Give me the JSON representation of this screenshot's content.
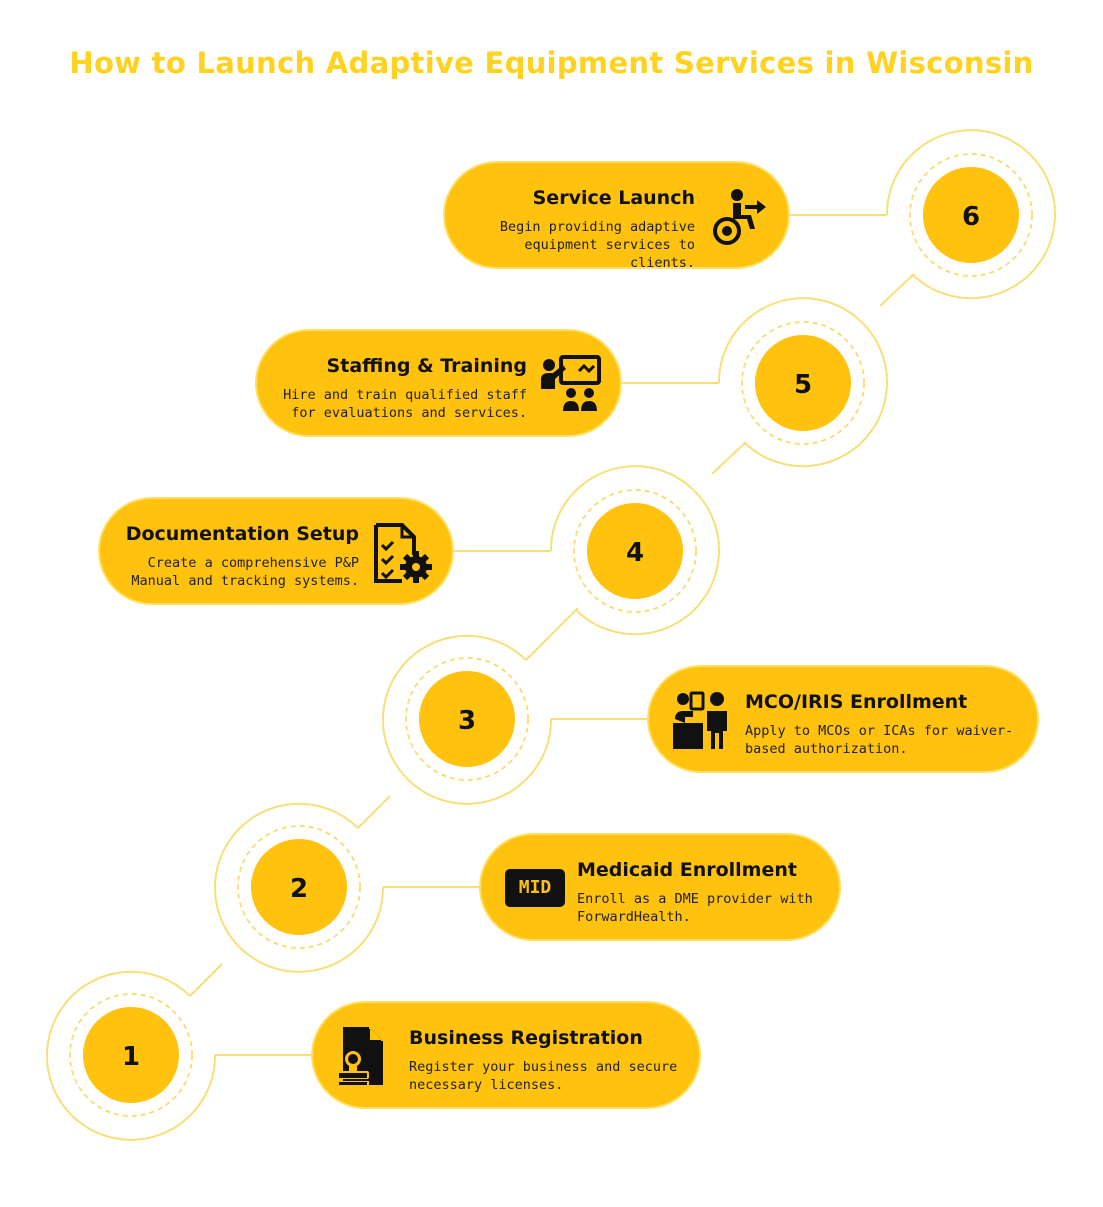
{
  "title": "How to Launch Adaptive Equipment Services in Wisconsin",
  "colors": {
    "accent": "#FFC20E",
    "title": "#FFD21F",
    "ring": "#F5E07A",
    "icon": "#111111"
  },
  "steps": [
    {
      "number": "1",
      "title": "Business Registration",
      "description": "Register your business and secure necessary licenses.",
      "icon": "document-stamp-icon"
    },
    {
      "number": "2",
      "title": "Medicaid Enrollment",
      "description": "Enroll as a DME provider with ForwardHealth.",
      "icon": "medicaid-id-icon",
      "icon_text": "MID"
    },
    {
      "number": "3",
      "title": "MCO/IRIS Enrollment",
      "description": "Apply to MCOs or ICAs for waiver-based authorization.",
      "icon": "service-desk-icon"
    },
    {
      "number": "4",
      "title": "Documentation Setup",
      "description": "Create a comprehensive P&P Manual and tracking systems.",
      "icon": "checklist-gear-icon"
    },
    {
      "number": "5",
      "title": "Staffing & Training",
      "description": "Hire and train qualified staff for evaluations and services.",
      "icon": "training-presentation-icon"
    },
    {
      "number": "6",
      "title": "Service Launch",
      "description": "Begin providing adaptive equipment services to clients.",
      "icon": "wheelchair-arrow-icon"
    }
  ]
}
